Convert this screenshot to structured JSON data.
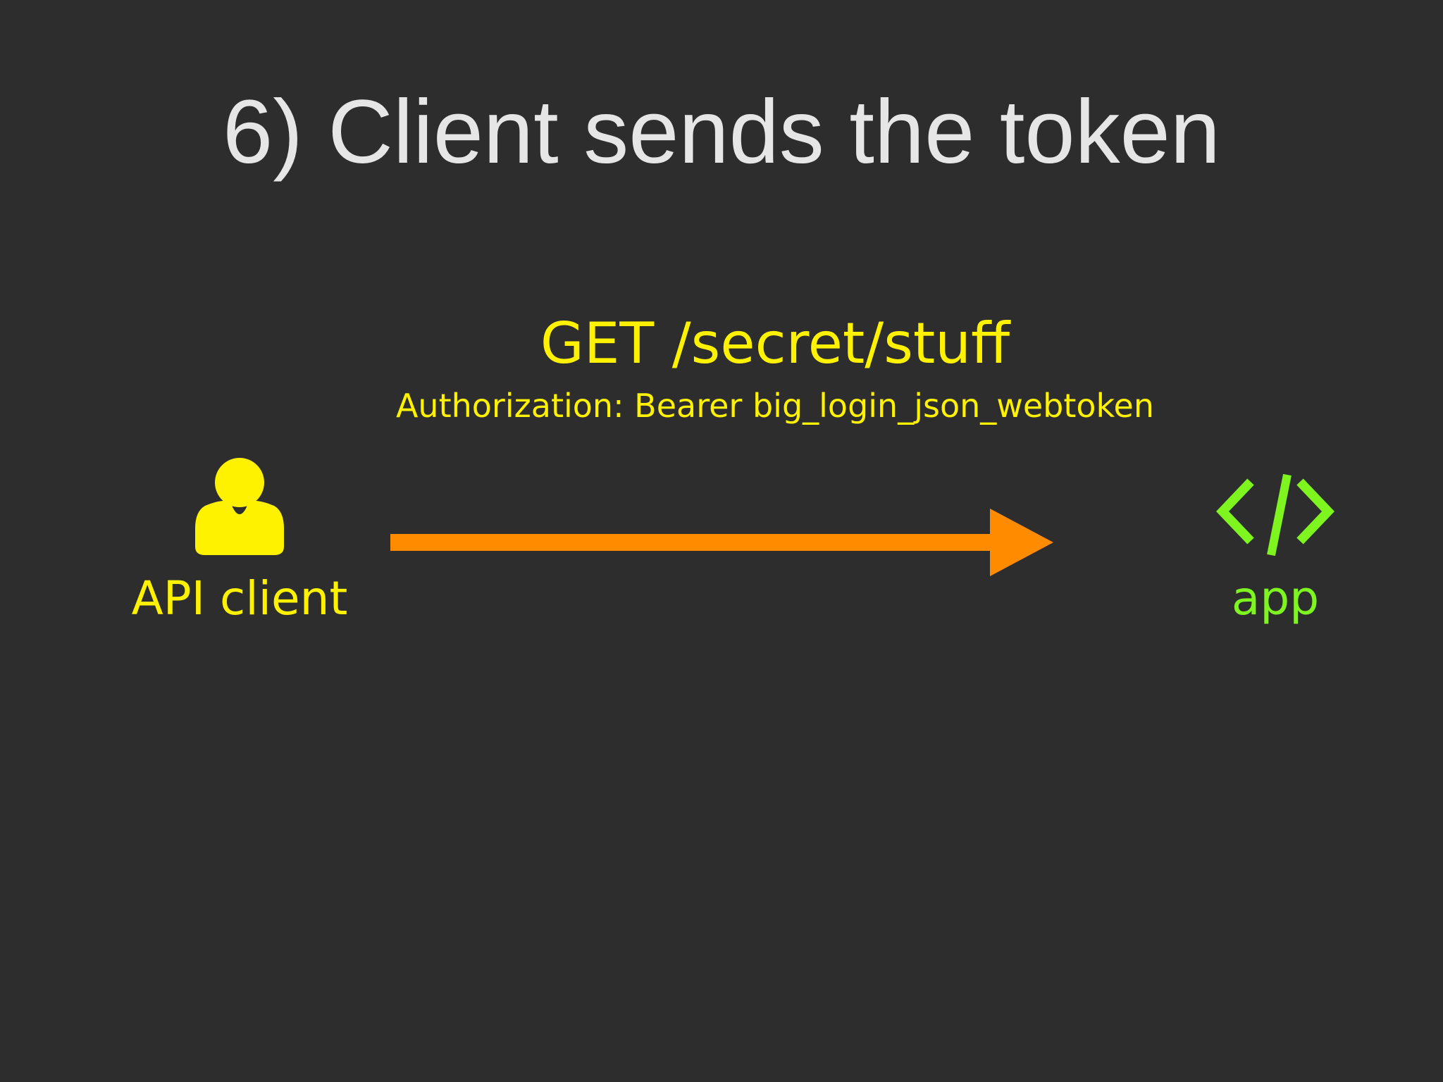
{
  "slide": {
    "title": "6) Client sends the token"
  },
  "request": {
    "line": "GET /secret/stuff",
    "header": "Authorization: Bearer big_login_json_webtoken"
  },
  "client": {
    "label": "API client",
    "icon": "person-icon",
    "color": "#fff200"
  },
  "app": {
    "label": "app",
    "icon": "code-icon",
    "color": "#7ef51e"
  },
  "arrow": {
    "color": "#ff8c00"
  },
  "colors": {
    "background": "#2d2d2e",
    "title": "#e6e6e6"
  }
}
